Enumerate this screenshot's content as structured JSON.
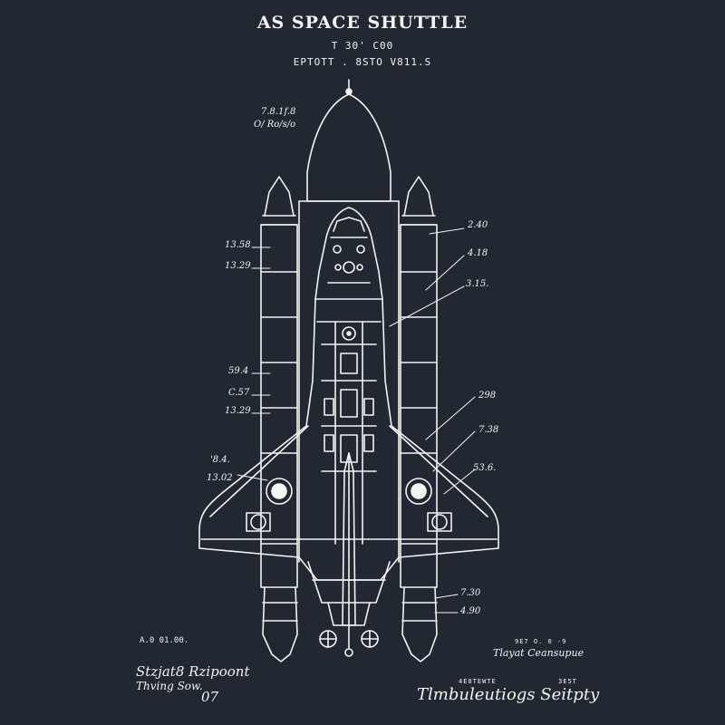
{
  "header": {
    "title": "AS SPACE SHUTTLE",
    "line1": "T 30' C00",
    "line2": "EPTOTT . 8STO V811.S"
  },
  "annotations": {
    "top_note_1": "7.8.1f.8",
    "top_note_2": "O/ Ro/s/o",
    "left": [
      "13.58",
      "13.29",
      "59.4",
      "C.57",
      "13.29",
      "'8.4.",
      "13.02"
    ],
    "right": [
      "2.40",
      "4.18",
      "3.15.",
      "298",
      "7.38",
      "53.6.",
      "7.30",
      "4.90"
    ]
  },
  "footer": {
    "date": "A.0 01.00.",
    "sig_left_1": "Stzjat8 Rzipoont",
    "sig_left_2": "Thving Sow.",
    "sig_left_num": "07",
    "small_right_1": "9E7 O. 0 -9",
    "script_right_1": "Tlayat Ceansupue",
    "small_right_2a": "4E8TEWTE",
    "small_right_2b": "3E5T",
    "sig_right": "Tlmbuleutiogs Seitpty"
  },
  "colors": {
    "background": "#212831",
    "ink": "#f4f4f2"
  }
}
